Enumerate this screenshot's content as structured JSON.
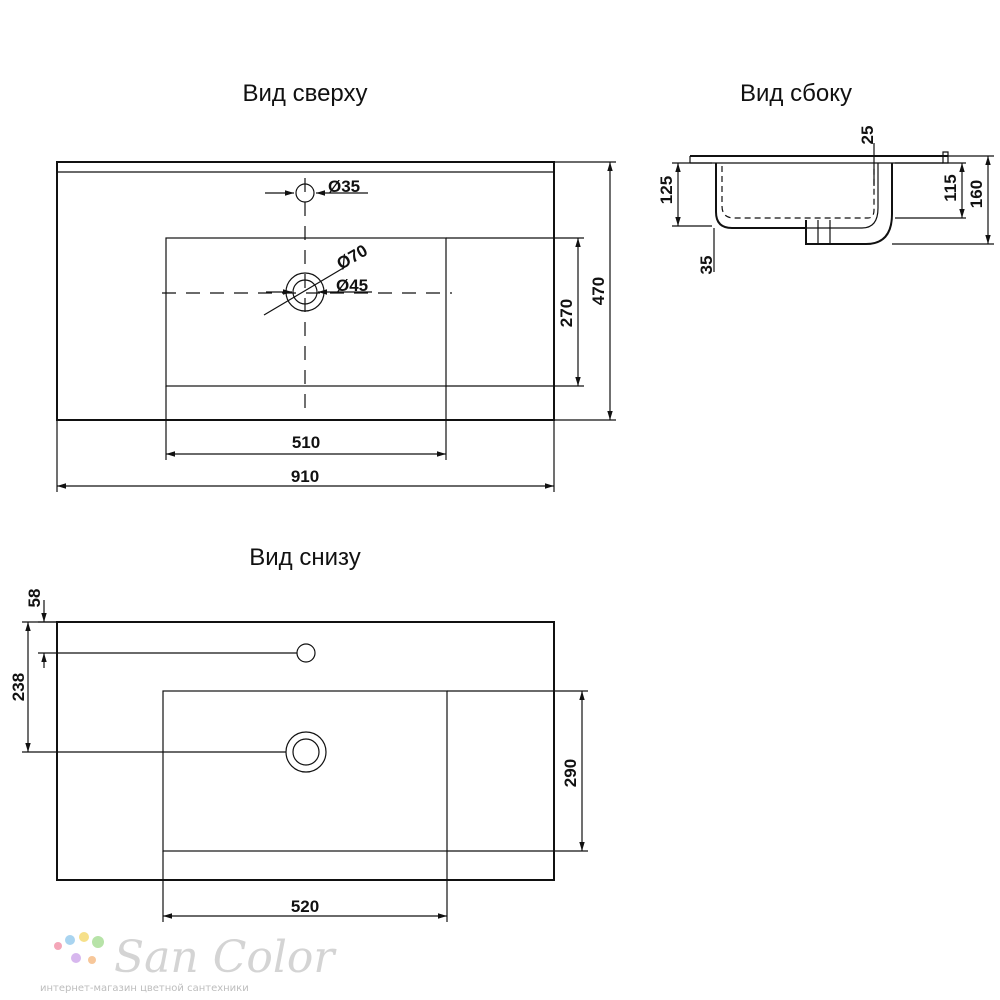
{
  "views": {
    "top": {
      "title": "Вид сверху",
      "dims": {
        "tap_hole": "Ø35",
        "drain_outer": "Ø70",
        "drain_inner": "Ø45",
        "bowl_depth": "270",
        "total_depth": "470",
        "bowl_width": "510",
        "total_width": "910"
      }
    },
    "side": {
      "title": "Вид сбоку",
      "dims": {
        "rim": "25",
        "left_height": "125",
        "inner_height": "115",
        "total_height": "160",
        "drain": "35"
      }
    },
    "bottom": {
      "title": "Вид снизу",
      "dims": {
        "tap_offset": "58",
        "drain_offset": "238",
        "bowl_depth": "290",
        "bowl_width": "520"
      }
    }
  },
  "logo": {
    "name": "San Color",
    "tagline": "интернет-магазин цветной сантехники",
    "dot_colors": [
      "#f4a6b8",
      "#a9d4f0",
      "#f6e08a",
      "#b7e3a8",
      "#d7b7ee",
      "#f7c79a"
    ]
  }
}
